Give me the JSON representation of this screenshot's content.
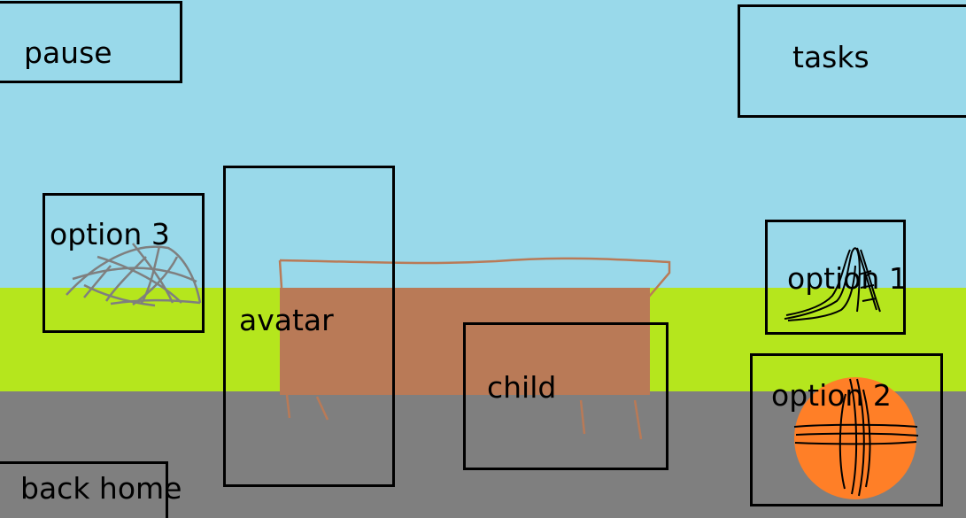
{
  "hud": {
    "pause_label": "pause",
    "tasks_label": "tasks",
    "back_home_label": "back home"
  },
  "options": {
    "option1_label": "option 1",
    "option2_label": "option 2",
    "option3_label": "option 3"
  },
  "characters": {
    "avatar_label": "avatar",
    "child_label": "child"
  },
  "colors": {
    "sky": "#99d9ea",
    "grass": "#b5e61d",
    "ground": "#7f7f7f",
    "table": "#b97a57",
    "ball": "#ff7f27",
    "net": "#7f7f7f",
    "outline": "#000000"
  },
  "icons": {
    "option1": "slide-icon",
    "option2": "basketball-icon",
    "option3": "climbing-dome-icon"
  }
}
